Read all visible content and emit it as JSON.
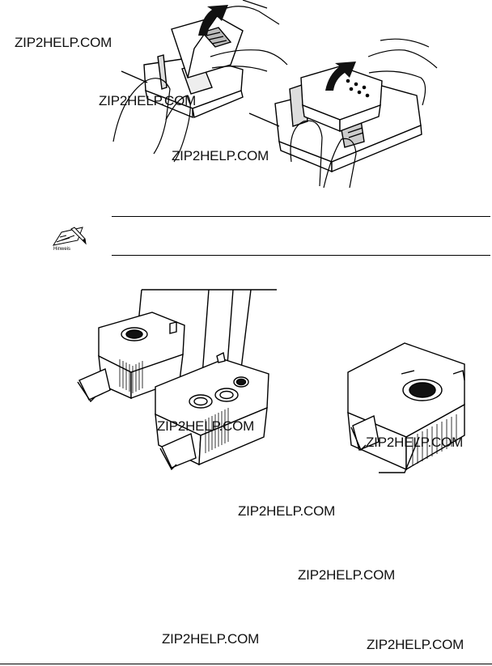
{
  "watermarks": [
    "ZIP2HELP.COM",
    "ZIP2HELP.COM",
    "ZIP2HELP.COM",
    "ZIP2HELP.COM",
    "ZIP2HELP.COM",
    "ZIP2HELP.COM",
    "ZIP2HELP.COM",
    "ZIP2HELP.COM",
    "ZIP2HELP.COM"
  ],
  "note": {
    "icon": "pencil-note-icon",
    "label": "Hinweis"
  },
  "figures": {
    "top": "cartridge-removal-illustration",
    "bottom_left": "color-and-black-cartridges-illustration",
    "bottom_right": "single-cartridge-illustration"
  }
}
